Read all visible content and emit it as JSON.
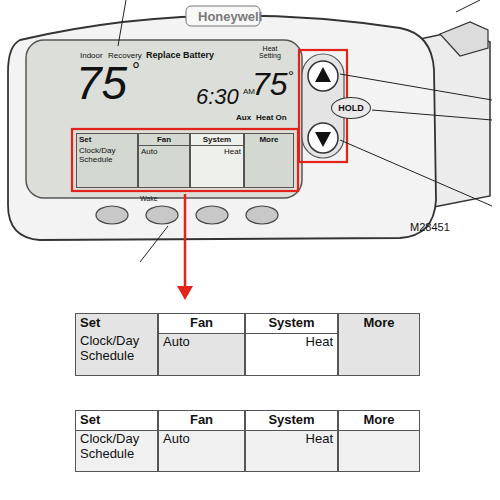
{
  "diagram": {
    "nodes": [
      {
        "text": [
          "Set",
          "Clock/Day Schedule"
        ]
      },
      {
        "text": [
          "Fan",
          "Auto"
        ]
      },
      {
        "text": [
          "System",
          "Heat"
        ]
      },
      {
        "text": [
          "More"
        ]
      },
      {
        "text": [
          "HOLD"
        ]
      },
      {
        "text": [
          "Set",
          "Clock/Day Schedule"
        ]
      },
      {
        "text": [
          "Fan",
          "Auto"
        ]
      },
      {
        "text": [
          "System",
          "Heat"
        ]
      },
      {
        "text": [
          "More"
        ]
      },
      {
        "text": [
          "Set",
          "Clock/Day Schedule"
        ]
      },
      {
        "text": [
          "Fan",
          "Auto"
        ]
      },
      {
        "text": [
          "System",
          "Heat"
        ]
      },
      {
        "text": [
          "More"
        ]
      }
    ],
    "labels": [
      "Honeywell",
      "Indoor",
      "Recovery",
      "Replace Battery",
      "Heat Setting",
      "75",
      "°",
      "6:30",
      "AM",
      "75",
      "°",
      "Aux",
      "Heat On",
      "Wake",
      "M28451"
    ]
  }
}
